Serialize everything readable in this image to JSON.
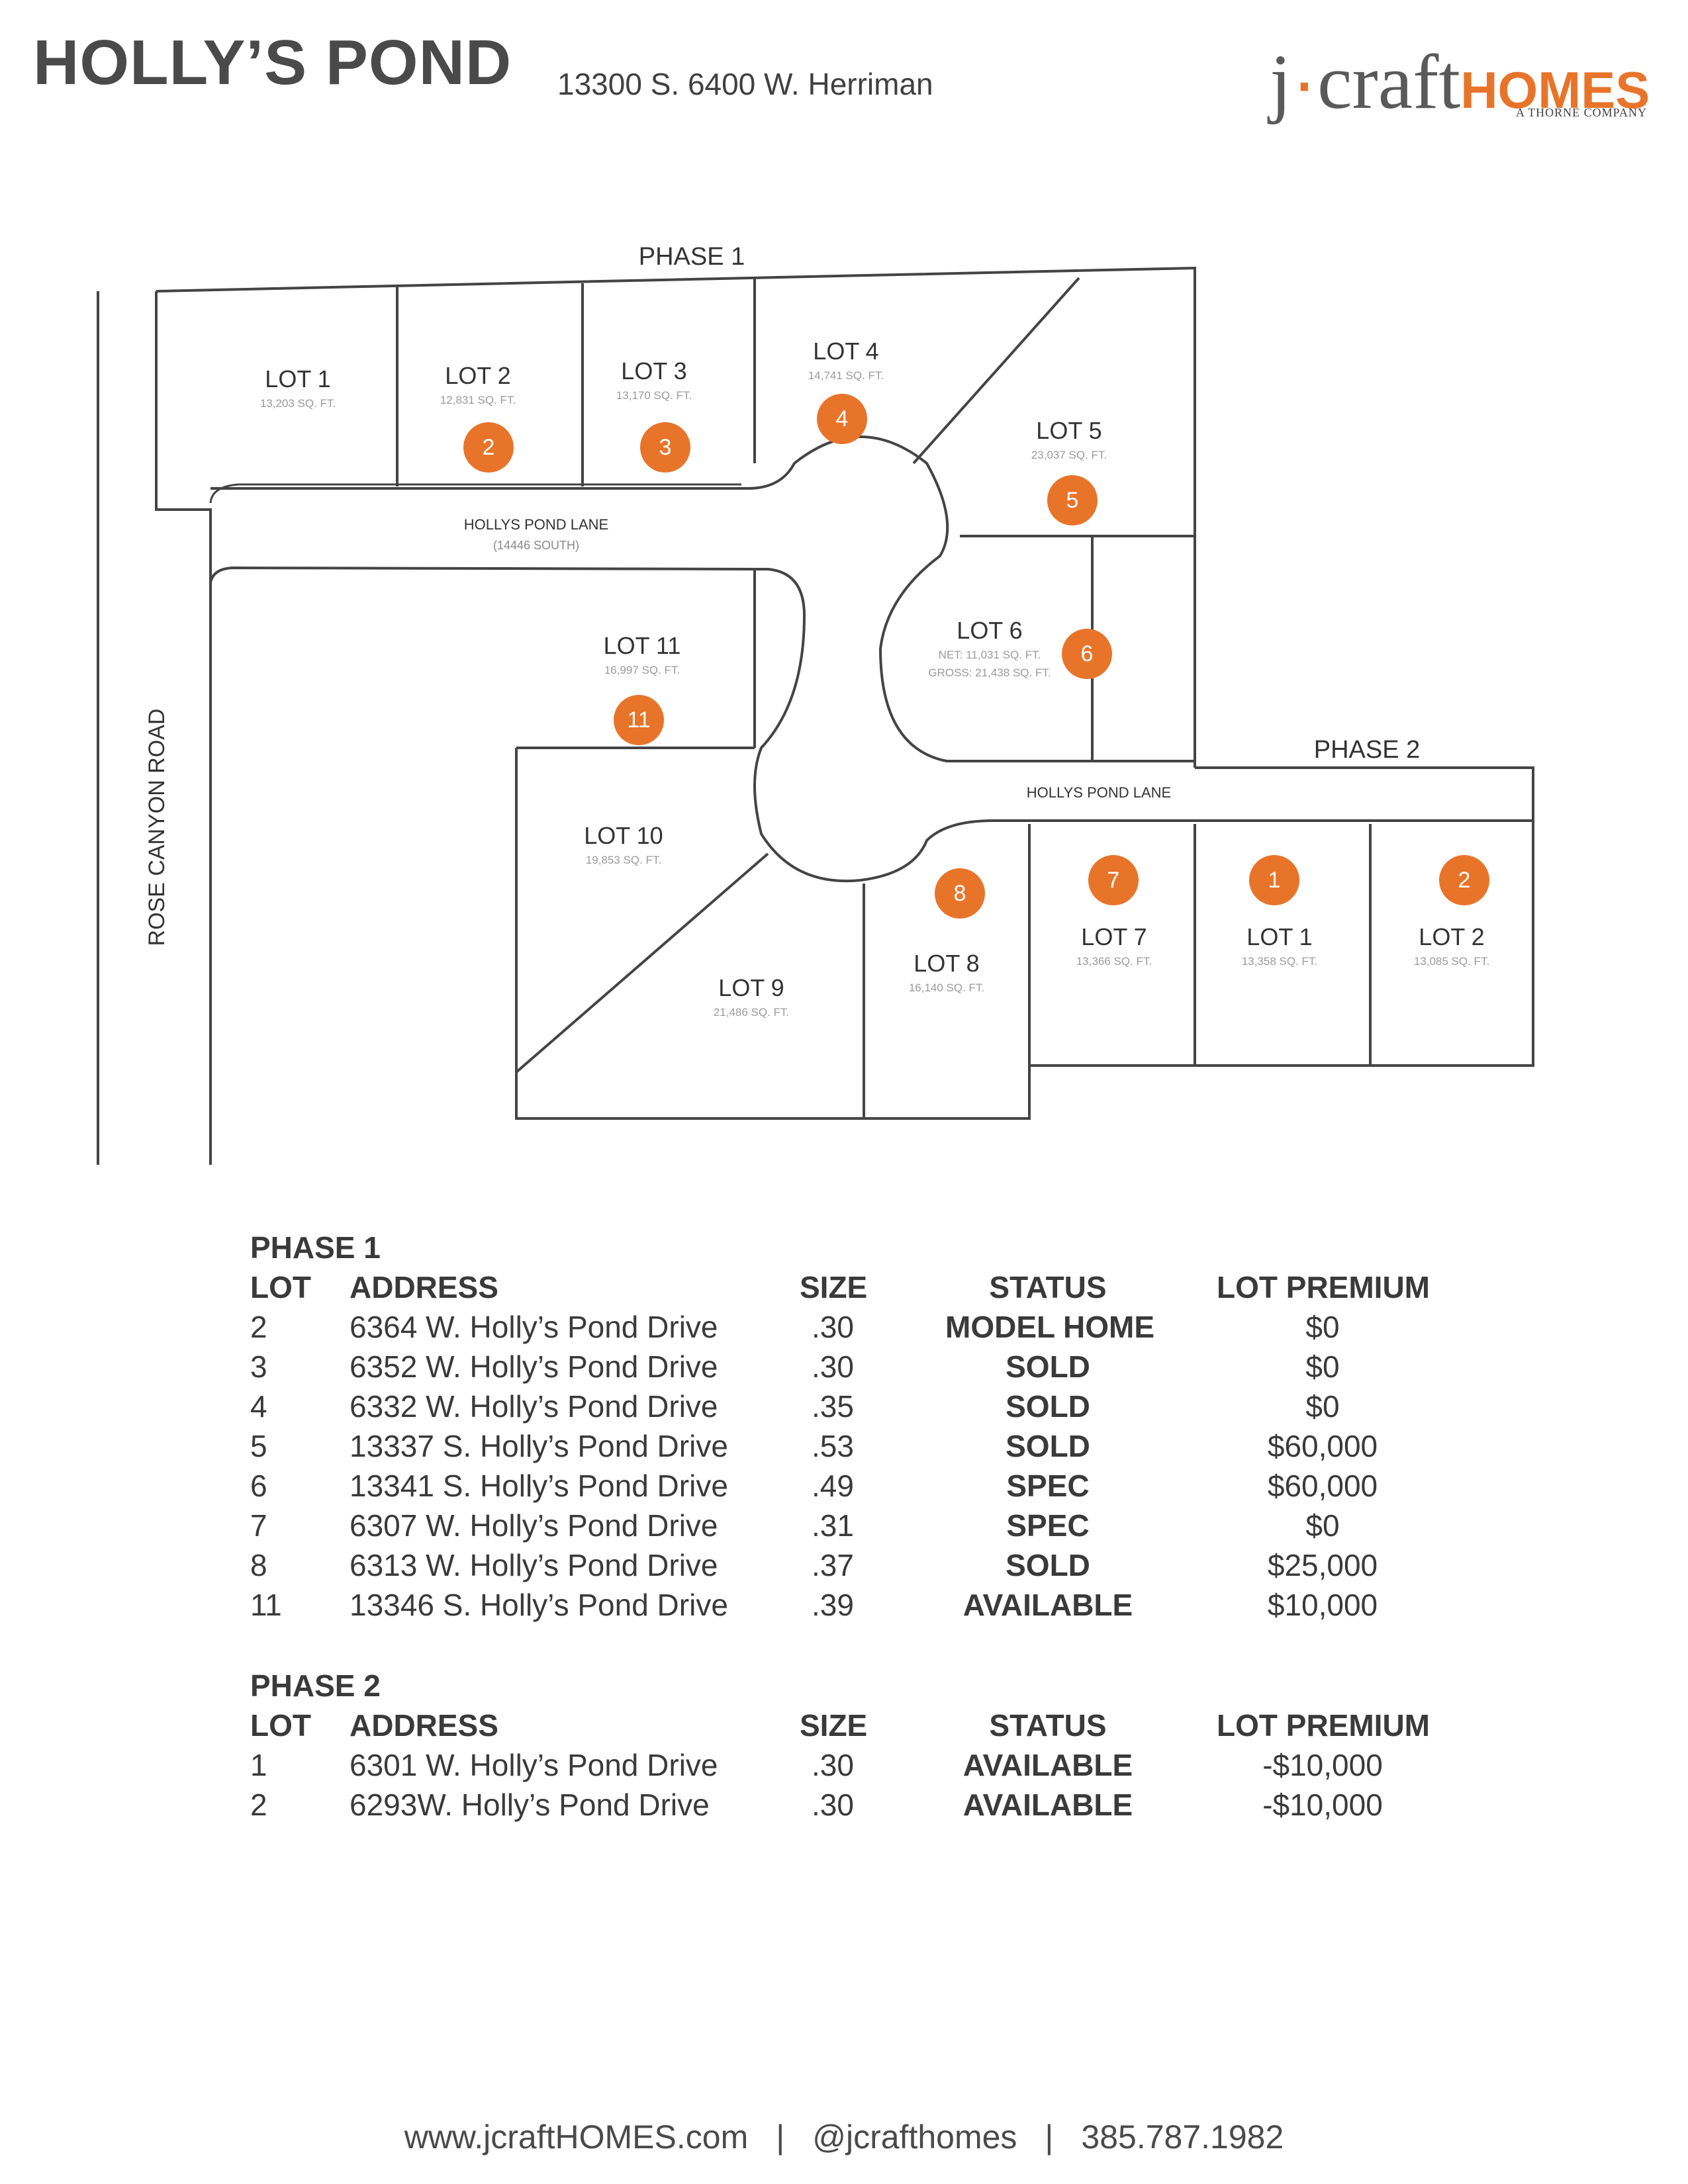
{
  "header": {
    "title": "HOLLY’S POND",
    "address": "13300 S. 6400 W. Herriman",
    "logo": {
      "j": "j",
      "dot": "·",
      "craft": "craft",
      "homes": "HOMES",
      "sub": "A THORNE COMPANY"
    }
  },
  "map": {
    "phase1_label": "PHASE 1",
    "phase2_label": "PHASE 2",
    "road_label": "ROSE CANYON ROAD",
    "street_label_1": "HOLLYS POND LANE",
    "street_label_1_sub": "(14446 SOUTH)",
    "street_label_2": "HOLLYS POND LANE",
    "lots": [
      {
        "label": "LOT 1",
        "area": "13,203 SQ. FT."
      },
      {
        "label": "LOT 2",
        "area": "12,831 SQ. FT."
      },
      {
        "label": "LOT 3",
        "area": "13,170 SQ. FT."
      },
      {
        "label": "LOT 4",
        "area": "14,741 SQ. FT."
      },
      {
        "label": "LOT 5",
        "area": "23,037 SQ. FT."
      },
      {
        "label": "LOT 6",
        "area": "NET: 11,031 SQ. FT.",
        "area2": "GROSS: 21,438 SQ. FT."
      },
      {
        "label": "LOT 11",
        "area": "16,997 SQ. FT."
      },
      {
        "label": "LOT 10",
        "area": "19,853 SQ. FT."
      },
      {
        "label": "LOT 9",
        "area": "21,486 SQ. FT."
      },
      {
        "label": "LOT 8",
        "area": "16,140 SQ. FT."
      },
      {
        "label": "LOT 7",
        "area": "13,366 SQ. FT."
      },
      {
        "label": "LOT 1",
        "area": "13,358 SQ. FT."
      },
      {
        "label": "LOT 2",
        "area": "13,085 SQ. FT."
      }
    ],
    "badges": [
      "2",
      "3",
      "4",
      "5",
      "6",
      "11",
      "8",
      "7",
      "1",
      "2"
    ]
  },
  "table": {
    "headers": {
      "lot": "LOT",
      "address": "ADDRESS",
      "size": "SIZE",
      "status": "STATUS",
      "premium": "LOT PREMIUM"
    },
    "phases": [
      {
        "title": "PHASE 1",
        "rows": [
          {
            "lot": "2",
            "address": "6364 W. Holly’s Pond Drive",
            "size": ".30",
            "status": "MODEL HOME",
            "premium": "$0"
          },
          {
            "lot": "3",
            "address": "6352 W. Holly’s Pond Drive",
            "size": ".30",
            "status": "SOLD",
            "premium": "$0"
          },
          {
            "lot": "4",
            "address": "6332 W. Holly’s Pond Drive",
            "size": ".35",
            "status": "SOLD",
            "premium": "$0"
          },
          {
            "lot": "5",
            "address": "13337  S. Holly’s Pond Drive",
            "size": ".53",
            "status": "SOLD",
            "premium": "$60,000"
          },
          {
            "lot": "6",
            "address": "13341 S. Holly’s Pond Drive",
            "size": ".49",
            "status": "SPEC",
            "premium": "$60,000"
          },
          {
            "lot": "7",
            "address": "6307 W. Holly’s Pond Drive",
            "size": ".31",
            "status": "SPEC",
            "premium": "$0"
          },
          {
            "lot": "8",
            "address": "6313 W. Holly’s Pond Drive",
            "size": ".37",
            "status": "SOLD",
            "premium": "$25,000"
          },
          {
            "lot": "11",
            "address": "13346 S. Holly’s Pond Drive",
            "size": ".39",
            "status": "AVAILABLE",
            "premium": "$10,000"
          }
        ]
      },
      {
        "title": "PHASE 2",
        "rows": [
          {
            "lot": "1",
            "address": "6301 W. Holly’s Pond Drive",
            "size": ".30",
            "status": "AVAILABLE",
            "premium": "-$10,000"
          },
          {
            "lot": "2",
            "address": "6293W. Holly’s Pond Drive",
            "size": ".30",
            "status": "AVAILABLE",
            "premium": "-$10,000"
          }
        ]
      }
    ]
  },
  "footer": {
    "website": "www.jcraftHOMES.com",
    "separator": "|",
    "social": "@jcrafthomes",
    "phone": "385.787.1982"
  }
}
